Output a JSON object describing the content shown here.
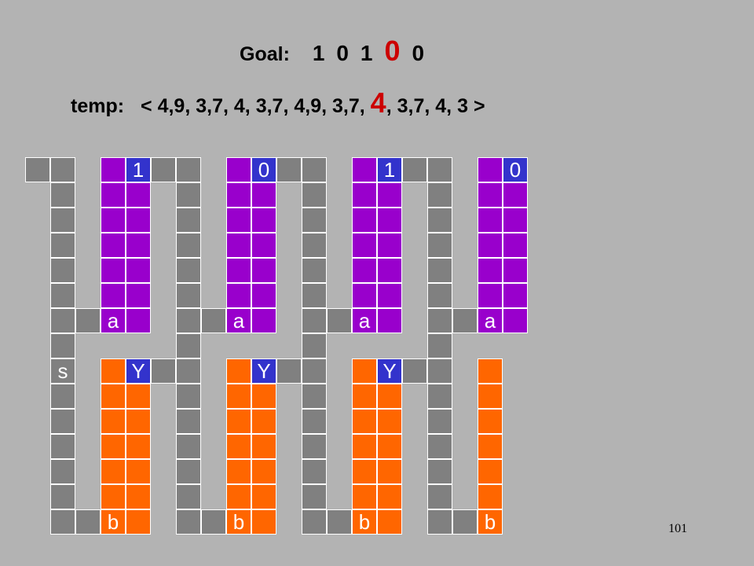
{
  "goal": {
    "label": "Goal:",
    "bits": [
      "1",
      "0",
      "1",
      "0",
      "0"
    ],
    "highlight_index": 3
  },
  "temp": {
    "label": "temp:",
    "open": "<",
    "items": [
      "4,9,",
      "3,7,",
      "4,",
      "3,7,",
      "4,9,",
      "3,7,",
      "4",
      ",",
      "3,7,",
      "4,",
      "3"
    ],
    "highlight_index": 6,
    "close": ">"
  },
  "cell_labels": {
    "top_bits": [
      "1",
      "0",
      "1",
      "0"
    ],
    "a": "a",
    "s": "s",
    "y": "Y",
    "b": "b"
  },
  "colors": {
    "background": "#b3b3b3",
    "wire": "#808080",
    "register_a": "#9900cc",
    "register_b": "#ff6600",
    "selected_cell": "#3333cc",
    "highlight_text": "#cc0000"
  },
  "page_number": "101"
}
